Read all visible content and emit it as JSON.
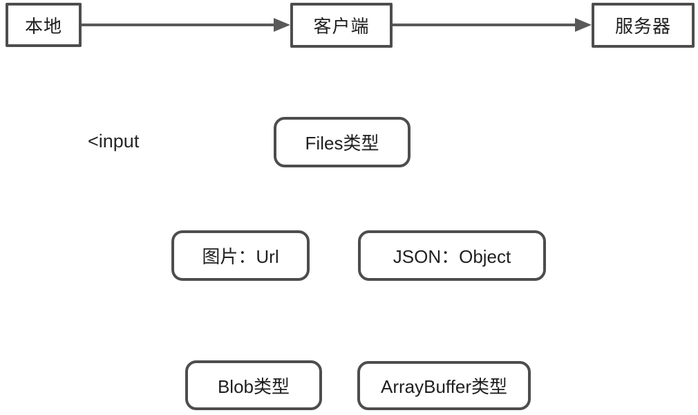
{
  "diagram": {
    "background_color": "#ffffff",
    "stroke_color": "#4d4d4d",
    "arrow_color": "#595959",
    "text_color": "#1f1f1f",
    "flow_nodes": [
      {
        "id": "local",
        "label": "本地"
      },
      {
        "id": "client",
        "label": "客户端"
      },
      {
        "id": "server",
        "label": "服务器"
      }
    ],
    "arrows": [
      {
        "id": "local-to-client",
        "from": "本地",
        "to": "客户端"
      },
      {
        "id": "client-to-server",
        "from": "客户端",
        "to": "服务器"
      }
    ],
    "annotation": "<input",
    "type_nodes": [
      {
        "id": "files",
        "label": "Files类型"
      },
      {
        "id": "image-url",
        "label": "图片：Url"
      },
      {
        "id": "json-object",
        "label": "JSON：Object"
      },
      {
        "id": "blob",
        "label": "Blob类型"
      },
      {
        "id": "arraybuffer",
        "label": "ArrayBuffer类型"
      }
    ]
  }
}
